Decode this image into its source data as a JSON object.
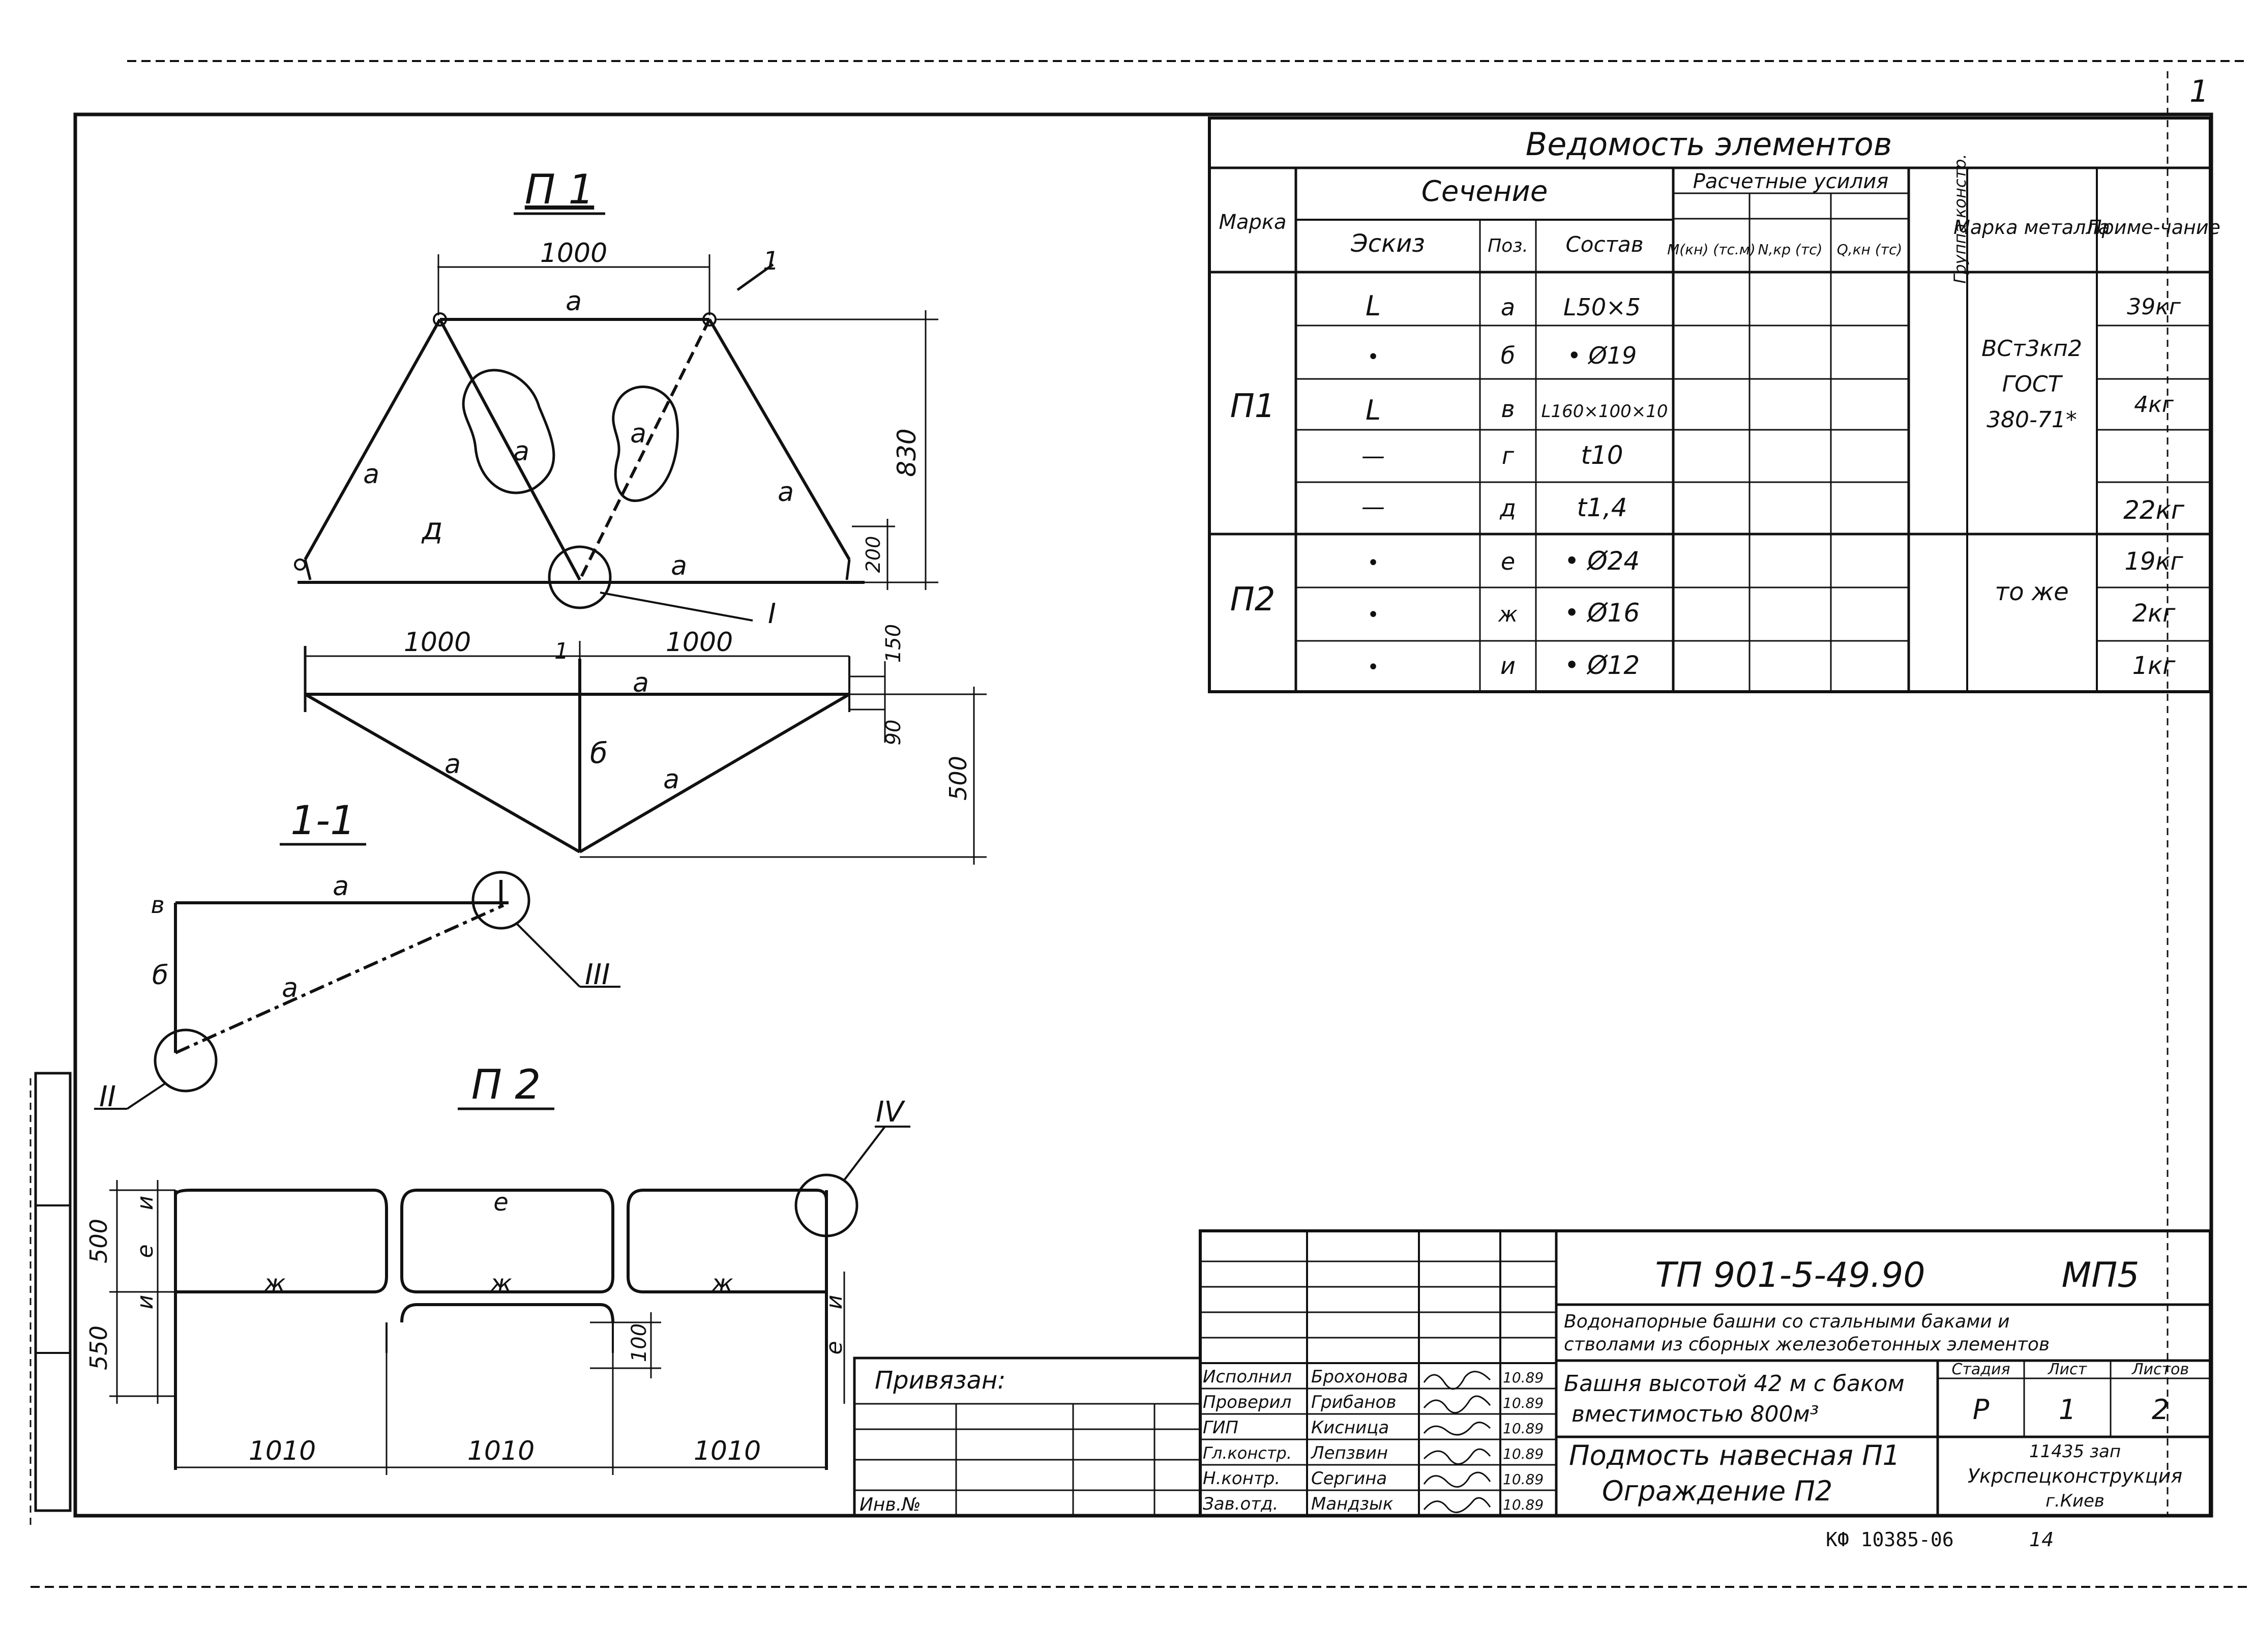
{
  "sheet_number": "1",
  "statement": {
    "title": "Ведомость элементов",
    "headers": {
      "mark": "Марка",
      "section": "Сечение",
      "sketch": "Эскиз",
      "pos": "Поз.",
      "composition": "Состав",
      "forces": "Расчетные усилия",
      "force_m": "М(кн) (тс.м)",
      "force_n": "N,кр (тс)",
      "force_q": "Q,кн (тс)",
      "group": "Группа констр.",
      "steel": "Марка металла",
      "note": "Приме-чание"
    },
    "rows": [
      {
        "sketch": "L",
        "pos": "а",
        "comp": "L50×5",
        "note": "39кг"
      },
      {
        "sketch": "•",
        "pos": "б",
        "comp": "• Ø19",
        "note": ""
      },
      {
        "sketch": "L",
        "pos": "в",
        "comp": "L160×100×10",
        "note": "4кг"
      },
      {
        "sketch": "—",
        "pos": "г",
        "comp": "t10",
        "note": ""
      },
      {
        "sketch": "—",
        "pos": "д",
        "comp": "t1,4",
        "note": "22кг"
      },
      {
        "sketch": "•",
        "pos": "е",
        "comp": "• Ø24",
        "note": "19кг"
      },
      {
        "sketch": "•",
        "pos": "ж",
        "comp": "• Ø16",
        "note": "2кг"
      },
      {
        "sketch": "•",
        "pos": "и",
        "comp": "• Ø12",
        "note": "1кг"
      }
    ],
    "marks": [
      "П1",
      "П2"
    ],
    "steel_p1": [
      "ВСт3кп2",
      "ГОСТ",
      "380-71*"
    ],
    "steel_p2": "то же"
  },
  "drawing": {
    "p1_title": "П 1",
    "p2_title": "П 2",
    "section_title": "1-1",
    "dims_p1": {
      "top": "1000",
      "height": "830",
      "small": "200",
      "left_half": "1000",
      "right_half": "1000",
      "d150": "150",
      "d90": "90",
      "d500": "500"
    },
    "dims_p2": {
      "d500": "500",
      "d550": "550",
      "d100": "100",
      "span1": "1010",
      "span2": "1010",
      "span3": "1010"
    },
    "labels_p1": {
      "a": "а",
      "d": "д",
      "b": "б",
      "v": "в",
      "i": "I",
      "one": "1"
    },
    "labels_p2": {
      "e": "е",
      "zh": "ж",
      "i": "и"
    },
    "callouts": {
      "c2": "II",
      "c3": "III",
      "c4": "IV"
    }
  },
  "title_block": {
    "doc_code": "ТП 901-5-49.90",
    "set_code": "МП5",
    "desc1": "Водонапорные башни со стальными баками и",
    "desc2": "стволами из сборных железобетонных элементов",
    "tower1": "Башня высотой 42 м с баком",
    "tower2": "вместимостью 800м³",
    "sheet_title1": "Подмость навесная П1",
    "sheet_title2": "Ограждение П2",
    "stage_label": "Стадия",
    "sheet_label": "Лист",
    "sheets_label": "Листов",
    "stage": "Р",
    "sheet": "1",
    "sheets": "2",
    "org1": "11435 зап",
    "org2": "Укрспецконструкция",
    "org3": "г.Киев",
    "privyazan": "Привязан:",
    "inv": "Инв.№",
    "roles": [
      "Исполнил",
      "Проверил",
      "ГИП",
      "Гл.констр.",
      "Н.контр.",
      "Зав.отд."
    ],
    "names": [
      "Брохонова",
      "Грибанов",
      "Кисница",
      "Лепзвин",
      "Сергина",
      "Мандзык"
    ],
    "dates": [
      "10.89",
      "10.89",
      "10.89",
      "10.89",
      "10.89",
      "10.89"
    ],
    "archive": "КФ 10385-06",
    "archive_page": "14"
  }
}
